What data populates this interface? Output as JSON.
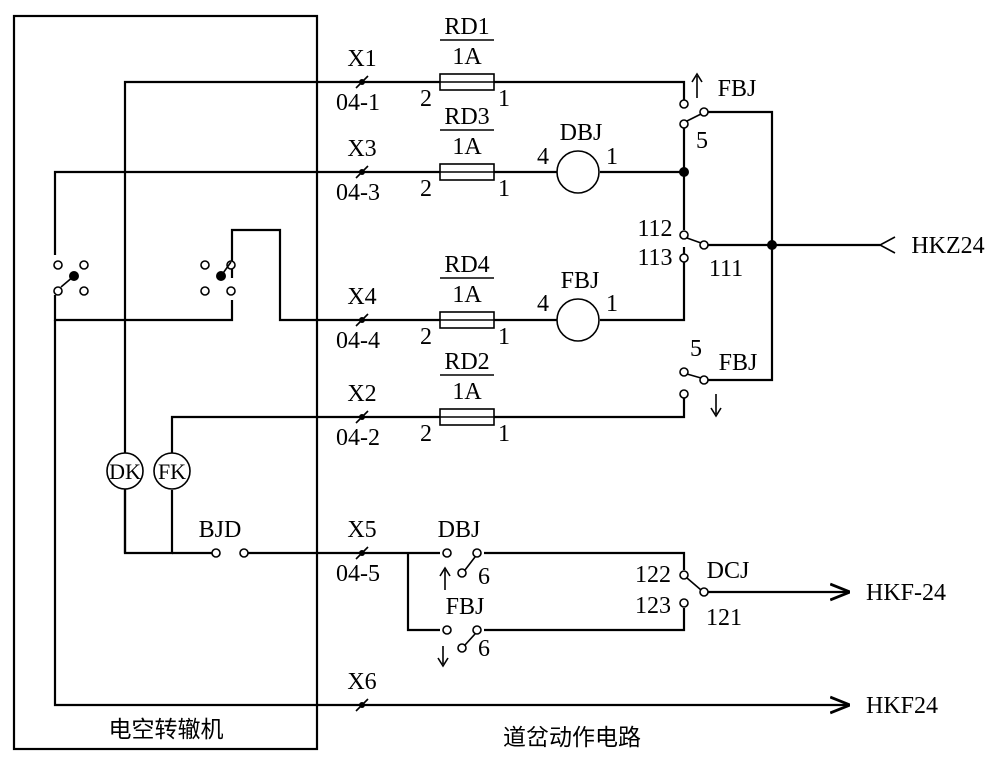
{
  "machine": {
    "box_label": "电空转辙机"
  },
  "circuit": {
    "caption": "道岔动作电路"
  },
  "terminals": [
    {
      "name": "X1",
      "number": "04-1"
    },
    {
      "name": "X3",
      "number": "04-3"
    },
    {
      "name": "X4",
      "number": "04-4"
    },
    {
      "name": "X2",
      "number": "04-2"
    },
    {
      "name": "X5",
      "number": "04-5"
    },
    {
      "name": "X6",
      "number": ""
    }
  ],
  "fuses": [
    {
      "name": "RD1",
      "rating": "1A",
      "pin_left": "2",
      "pin_right": "1"
    },
    {
      "name": "RD3",
      "rating": "1A",
      "pin_left": "2",
      "pin_right": "1"
    },
    {
      "name": "RD4",
      "rating": "1A",
      "pin_left": "2",
      "pin_right": "1"
    },
    {
      "name": "RD2",
      "rating": "1A",
      "pin_left": "2",
      "pin_right": "1"
    }
  ],
  "relays": {
    "dbj_coil": {
      "name": "DBJ",
      "pin_left": "4",
      "pin_right": "1"
    },
    "fbj_coil": {
      "name": "FBJ",
      "pin_left": "4",
      "pin_right": "1"
    },
    "fbj_top_contact": {
      "name": "FBJ",
      "pin": "5"
    },
    "fbj_bottom_contact": {
      "name": "FBJ",
      "pin": "5"
    },
    "middle_contact": {
      "pin_a": "112",
      "pin_b": "113",
      "pin_c": "111"
    },
    "dcj_contact": {
      "name": "DCJ",
      "pin_a": "122",
      "pin_b": "123",
      "pin_c": "121"
    },
    "dbj_contact": {
      "name": "DBJ",
      "pin": "6"
    },
    "fbj_lower_contact": {
      "name": "FBJ",
      "pin": "6"
    }
  },
  "machine_parts": {
    "dk": "DK",
    "fk": "FK",
    "bjd": "BJD"
  },
  "outputs": {
    "hkz24": "HKZ24",
    "hkf_minus": "HKF-24",
    "hkf": "HKF24"
  }
}
